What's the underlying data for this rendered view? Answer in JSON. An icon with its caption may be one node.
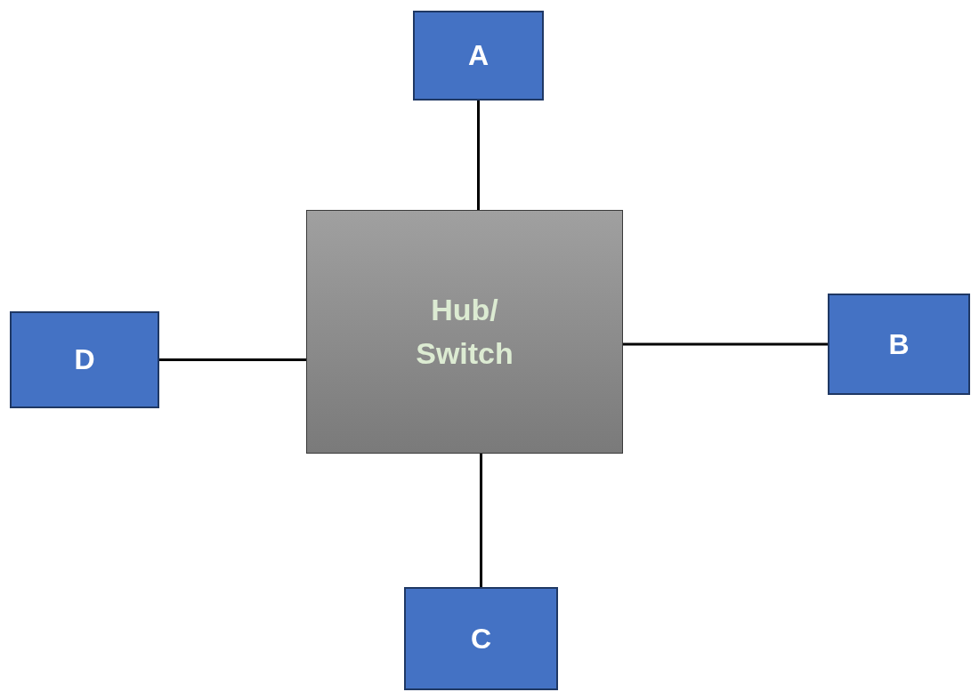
{
  "diagram": {
    "nodes": [
      {
        "text": [
          "Hub/ Switch"
        ]
      },
      {
        "text": [
          "A"
        ]
      },
      {
        "text": [
          "B"
        ]
      },
      {
        "text": [
          "C"
        ]
      },
      {
        "text": [
          "D"
        ]
      }
    ],
    "edges": [
      {
        "from": 0,
        "to": 1,
        "arrow": "none"
      },
      {
        "from": 0,
        "to": 2,
        "arrow": "none"
      },
      {
        "from": 0,
        "to": 3,
        "arrow": "none"
      },
      {
        "from": 0,
        "to": 4,
        "arrow": "none"
      }
    ]
  }
}
